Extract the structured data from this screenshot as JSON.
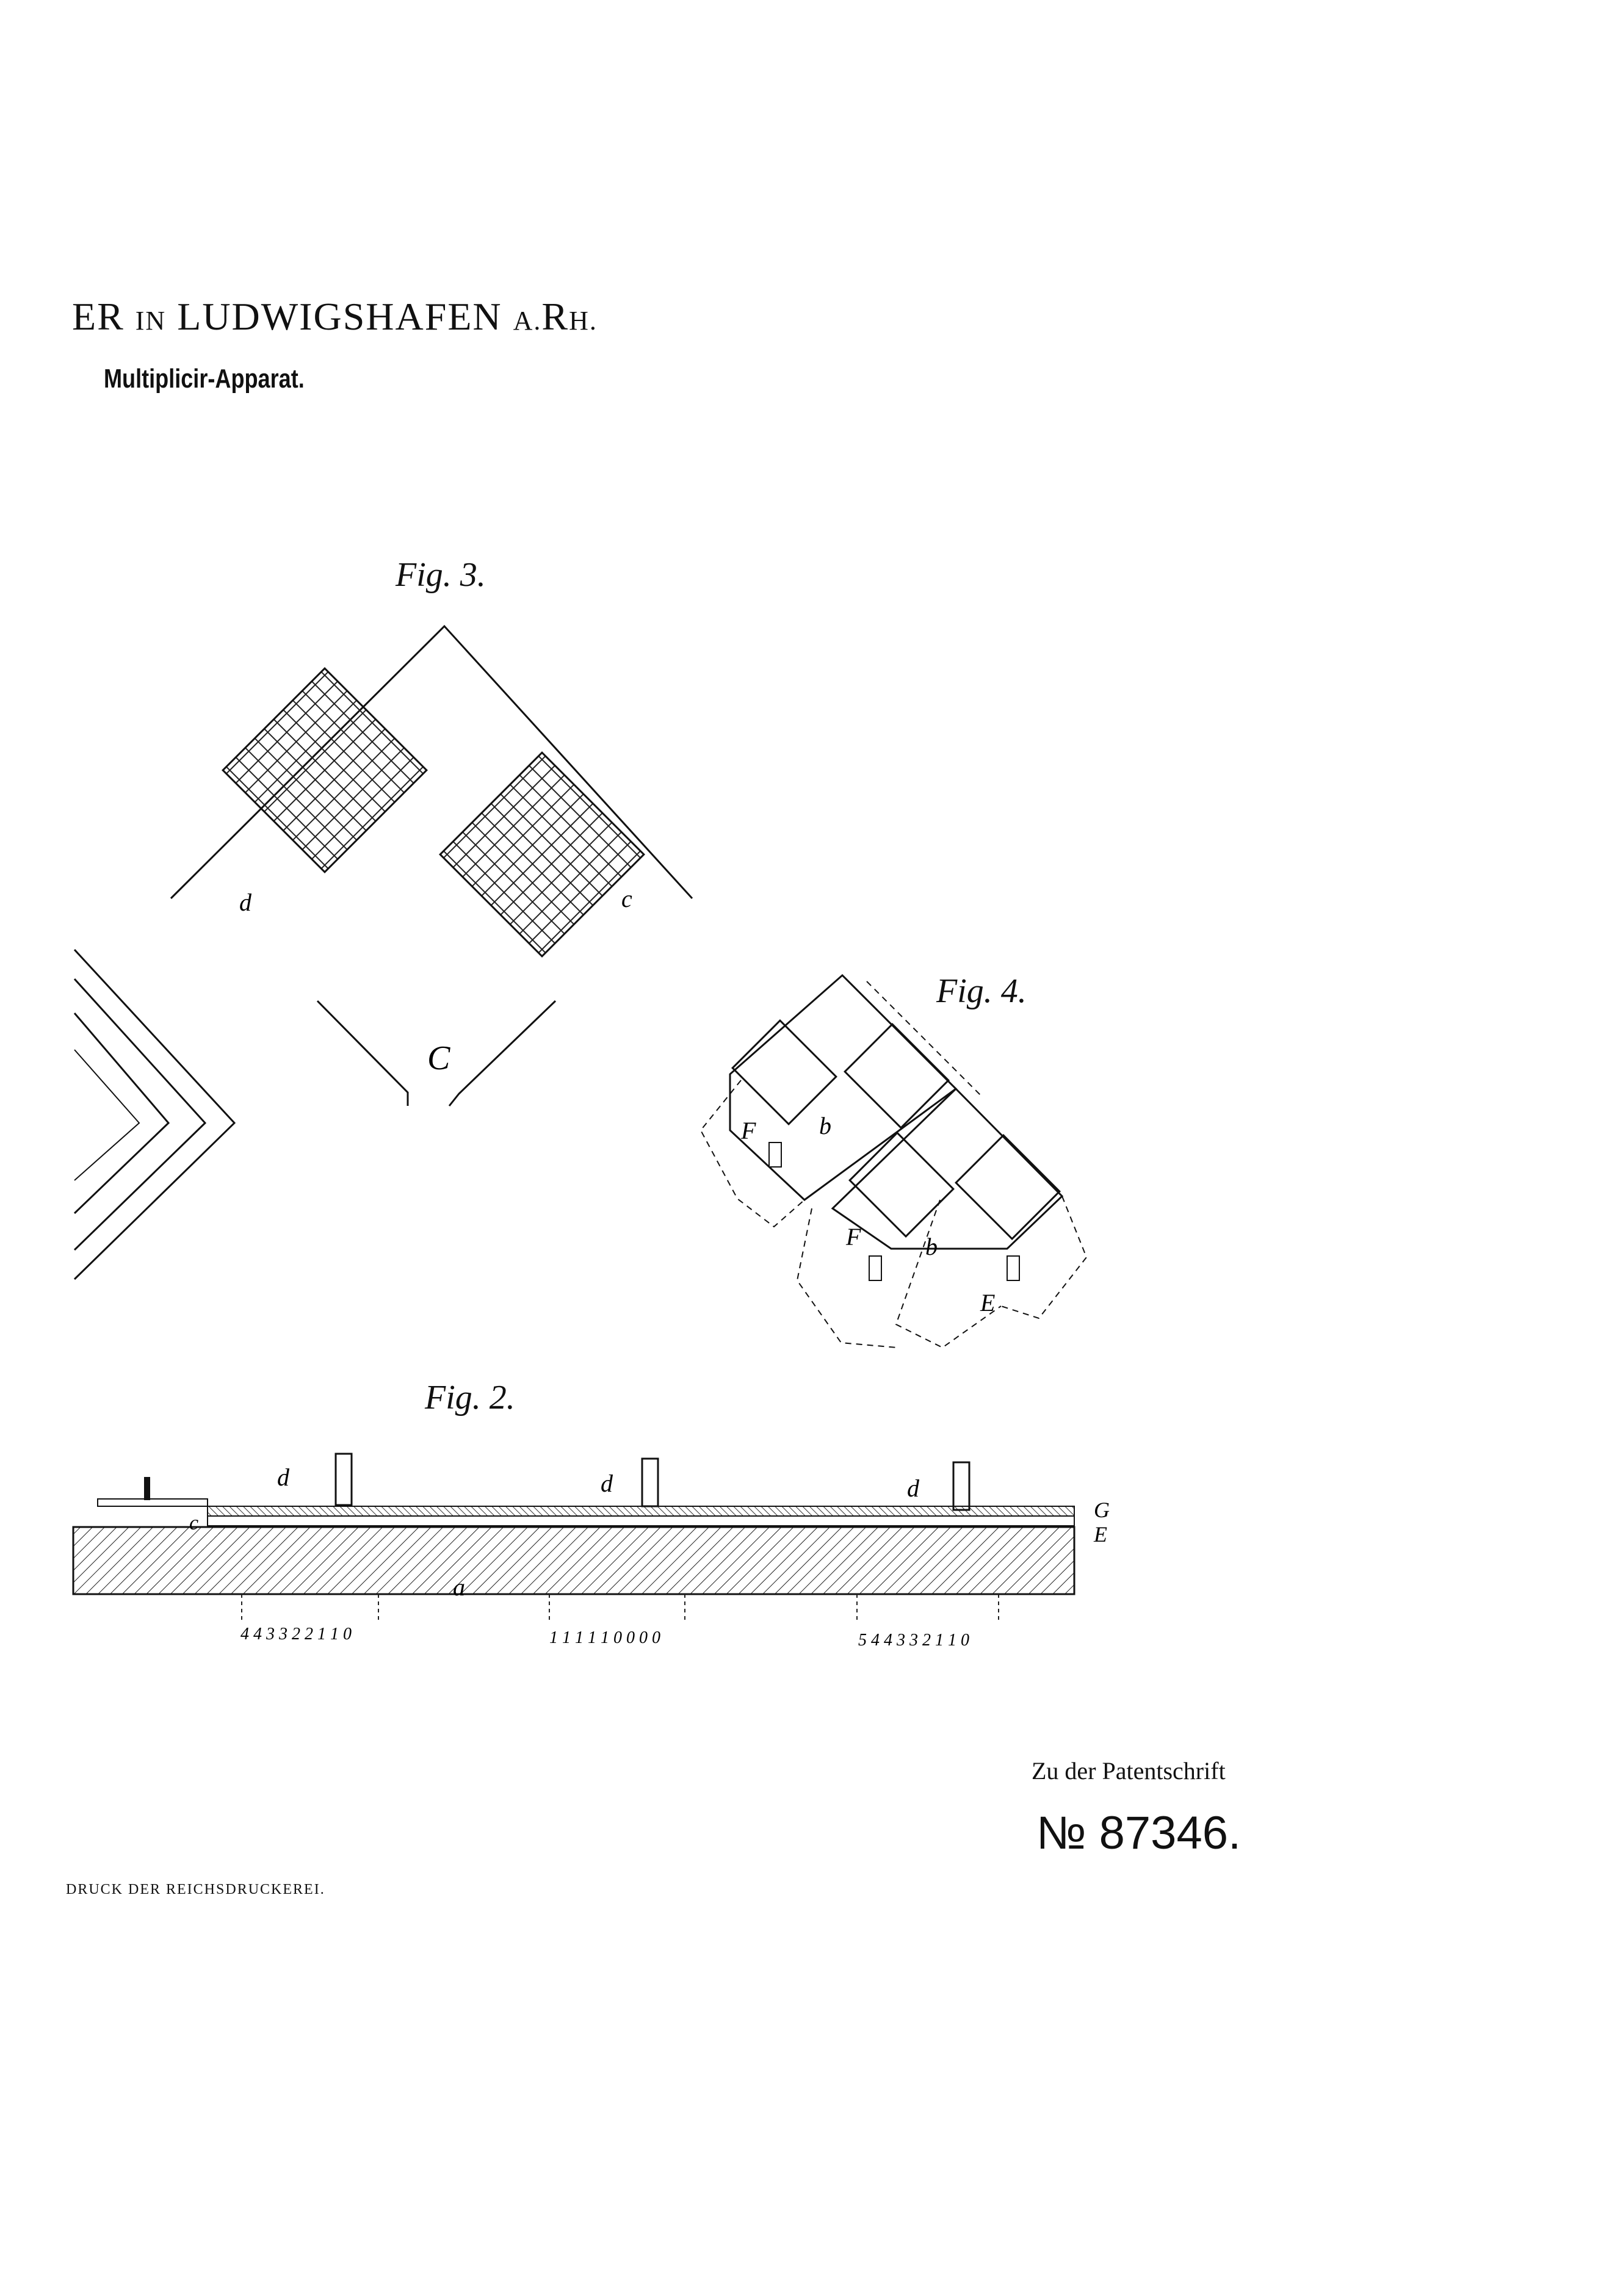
{
  "header": {
    "applicant_prefix": "ER",
    "applicant_in": "IN",
    "applicant_city": "LUDWIGSHAFEN",
    "applicant_a": "A.",
    "applicant_rh_r": "R",
    "applicant_rh_h": "H.",
    "title": "Multiplicir-Apparat."
  },
  "figures": {
    "fig3": "Fig. 3.",
    "fig4": "Fig. 4.",
    "fig2": "Fig. 2."
  },
  "labels": {
    "d": "d",
    "c": "c",
    "C": "C",
    "F": "F",
    "E": "E",
    "b": "b",
    "a": "a",
    "G": "G",
    "E2": "E"
  },
  "scales": {
    "scale1": "4 4 3 3 2 2 1 1 0",
    "scale2": "1 1 1 1 1 0 0 0 0",
    "scale3": "5 4 4 3 3 2 1 1 0"
  },
  "footer": {
    "patent_ref": "Zu der Patentschrift",
    "patent_number": "№ 87346.",
    "printer": "DRUCK DER REICHSDRUCKEREI."
  }
}
